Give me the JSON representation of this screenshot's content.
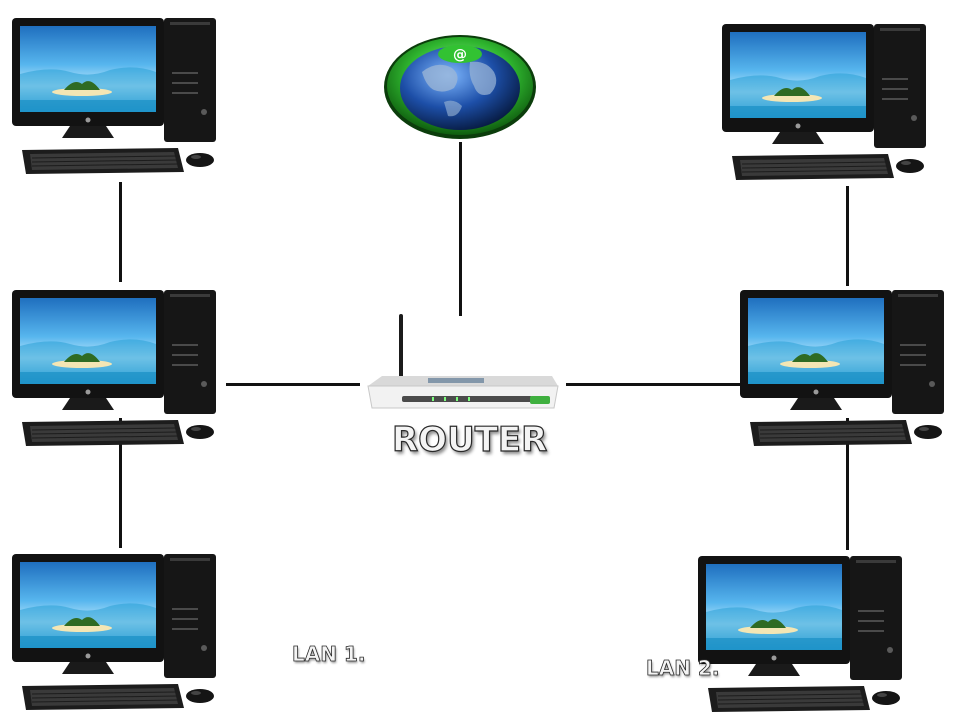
{
  "router": {
    "label": "ROUTER"
  },
  "lans": [
    {
      "label": "LAN 1."
    },
    {
      "label": "LAN 2."
    }
  ],
  "colors": {
    "wire": "#111111",
    "globe_ring": "#2fb62f",
    "globe_ocean": "#1d4fa8",
    "screen_sky": "#3aa7e6",
    "router_body": "#f2f2f2"
  },
  "icons": [
    "desktop-computer-icon",
    "internet-globe-icon",
    "wireless-router-icon"
  ]
}
